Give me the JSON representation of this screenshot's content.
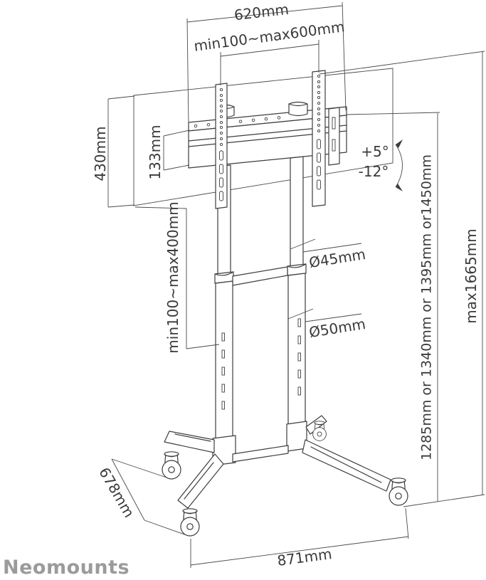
{
  "brand": "Neomounts",
  "colors": {
    "line": "#3d3d3d",
    "dimension_line": "#4a4a4a",
    "label_text": "#3a3a3a",
    "logo": "#9b9b9b",
    "background": "#ffffff"
  },
  "labels": {
    "bar_width": "620mm",
    "vesa_width_range": "min100~max600mm",
    "bracket_height": "430mm",
    "rail_bar_height": "133mm",
    "vesa_height_range": "min100~max400mm",
    "tilt_up": "+5°",
    "tilt_down": "-12°",
    "upper_tube_diameter": "Ø45mm",
    "lower_tube_diameter": "Ø50mm",
    "height_positions": "1285mm or 1340mm or 1395mm or1450mm",
    "max_height": "max1665mm",
    "base_depth": "678mm",
    "base_width": "871mm"
  }
}
